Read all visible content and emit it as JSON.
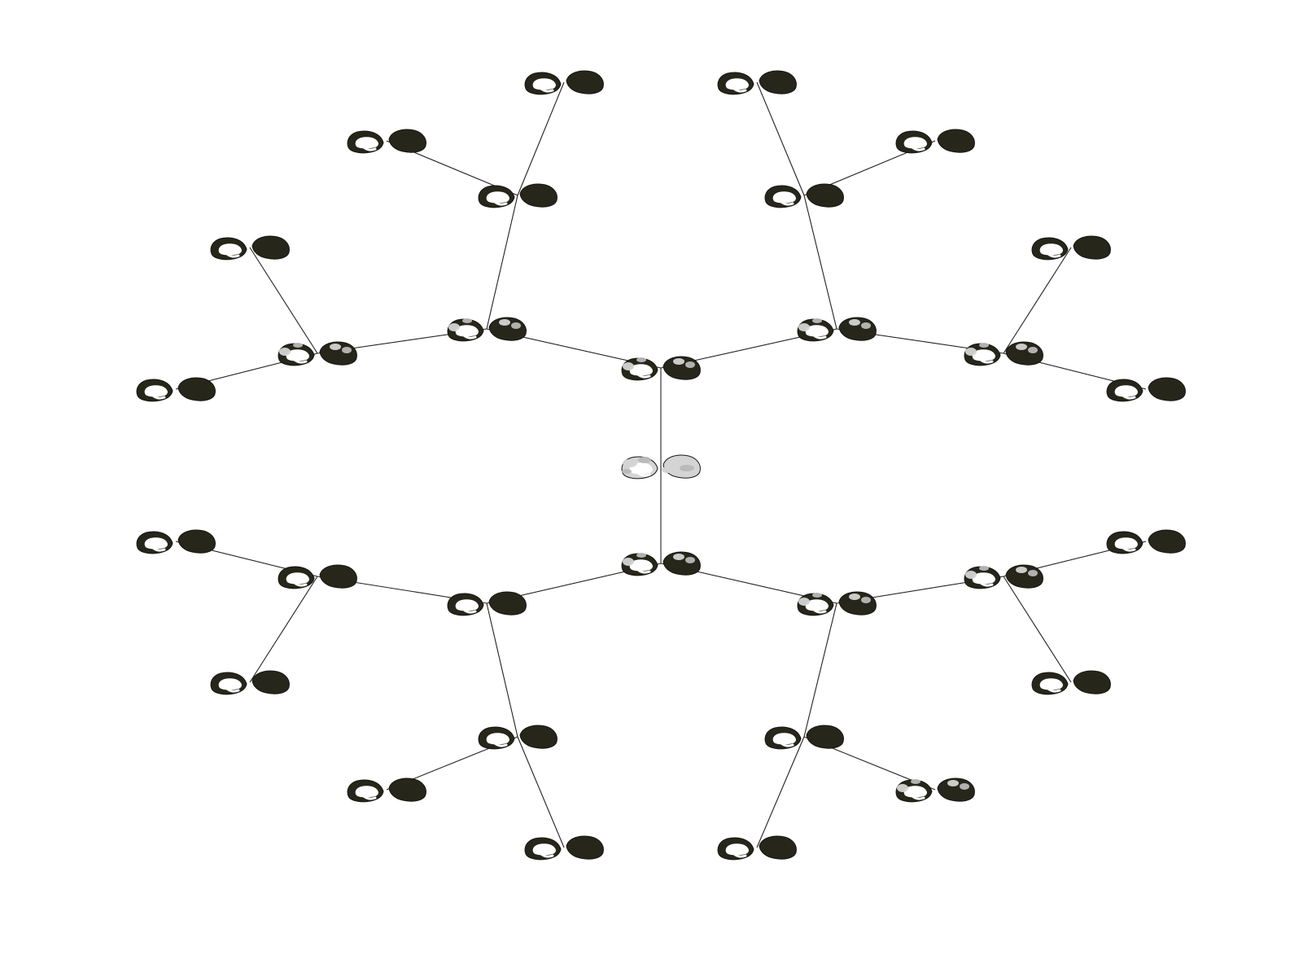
{
  "diagram": {
    "type": "brain-map-tree",
    "colors": {
      "background": "#ffffff",
      "edge": "#222222",
      "surface_dark": "#26261a",
      "surface_gray": "#b8b8b8",
      "surface_light": "#d4d4d4",
      "medial_wall": "#ffffff"
    },
    "nodes": [
      {
        "id": "center",
        "surface": "light"
      },
      {
        "id": "upper-root",
        "surface": "mixed"
      },
      {
        "id": "lower-root",
        "surface": "mixed"
      },
      {
        "id": "ul-1",
        "surface": "mixed"
      },
      {
        "id": "ul-2",
        "surface": "mixed"
      },
      {
        "id": "ul-3",
        "surface": "dark"
      },
      {
        "id": "ul-4",
        "surface": "dark"
      },
      {
        "id": "ul-5",
        "surface": "dark"
      },
      {
        "id": "ul-6",
        "surface": "dark"
      },
      {
        "id": "ul-7",
        "surface": "dark"
      },
      {
        "id": "ur-1",
        "surface": "mixed"
      },
      {
        "id": "ur-2",
        "surface": "mixed"
      },
      {
        "id": "ur-3",
        "surface": "dark"
      },
      {
        "id": "ur-4",
        "surface": "dark"
      },
      {
        "id": "ur-5",
        "surface": "dark"
      },
      {
        "id": "ur-6",
        "surface": "dark"
      },
      {
        "id": "ur-7",
        "surface": "dark"
      },
      {
        "id": "ll-1",
        "surface": "dark"
      },
      {
        "id": "ll-2",
        "surface": "dark"
      },
      {
        "id": "ll-3",
        "surface": "dark"
      },
      {
        "id": "ll-4",
        "surface": "dark"
      },
      {
        "id": "ll-5",
        "surface": "dark"
      },
      {
        "id": "ll-6",
        "surface": "dark"
      },
      {
        "id": "ll-7",
        "surface": "dark"
      },
      {
        "id": "lr-1",
        "surface": "mixed"
      },
      {
        "id": "lr-2",
        "surface": "mixed"
      },
      {
        "id": "lr-3",
        "surface": "dark"
      },
      {
        "id": "lr-4",
        "surface": "dark"
      },
      {
        "id": "lr-5",
        "surface": "dark"
      },
      {
        "id": "lr-6",
        "surface": "mixed"
      },
      {
        "id": "lr-7",
        "surface": "dark"
      }
    ],
    "edges": [
      [
        "center",
        "upper-root"
      ],
      [
        "center",
        "lower-root"
      ],
      [
        "upper-root",
        "ul-1"
      ],
      [
        "upper-root",
        "ur-1"
      ],
      [
        "ul-1",
        "ul-2"
      ],
      [
        "ul-1",
        "ul-5"
      ],
      [
        "ul-2",
        "ul-3"
      ],
      [
        "ul-2",
        "ul-4"
      ],
      [
        "ul-5",
        "ul-6"
      ],
      [
        "ul-5",
        "ul-7"
      ],
      [
        "ur-1",
        "ur-2"
      ],
      [
        "ur-1",
        "ur-5"
      ],
      [
        "ur-2",
        "ur-3"
      ],
      [
        "ur-2",
        "ur-4"
      ],
      [
        "ur-5",
        "ur-6"
      ],
      [
        "ur-5",
        "ur-7"
      ],
      [
        "lower-root",
        "ll-1"
      ],
      [
        "lower-root",
        "lr-1"
      ],
      [
        "ll-1",
        "ll-2"
      ],
      [
        "ll-1",
        "ll-5"
      ],
      [
        "ll-2",
        "ll-3"
      ],
      [
        "ll-2",
        "ll-4"
      ],
      [
        "ll-5",
        "ll-6"
      ],
      [
        "ll-5",
        "ll-7"
      ],
      [
        "lr-1",
        "lr-2"
      ],
      [
        "lr-1",
        "lr-5"
      ],
      [
        "lr-2",
        "lr-3"
      ],
      [
        "lr-2",
        "lr-4"
      ],
      [
        "lr-5",
        "lr-6"
      ],
      [
        "lr-5",
        "lr-7"
      ]
    ]
  }
}
